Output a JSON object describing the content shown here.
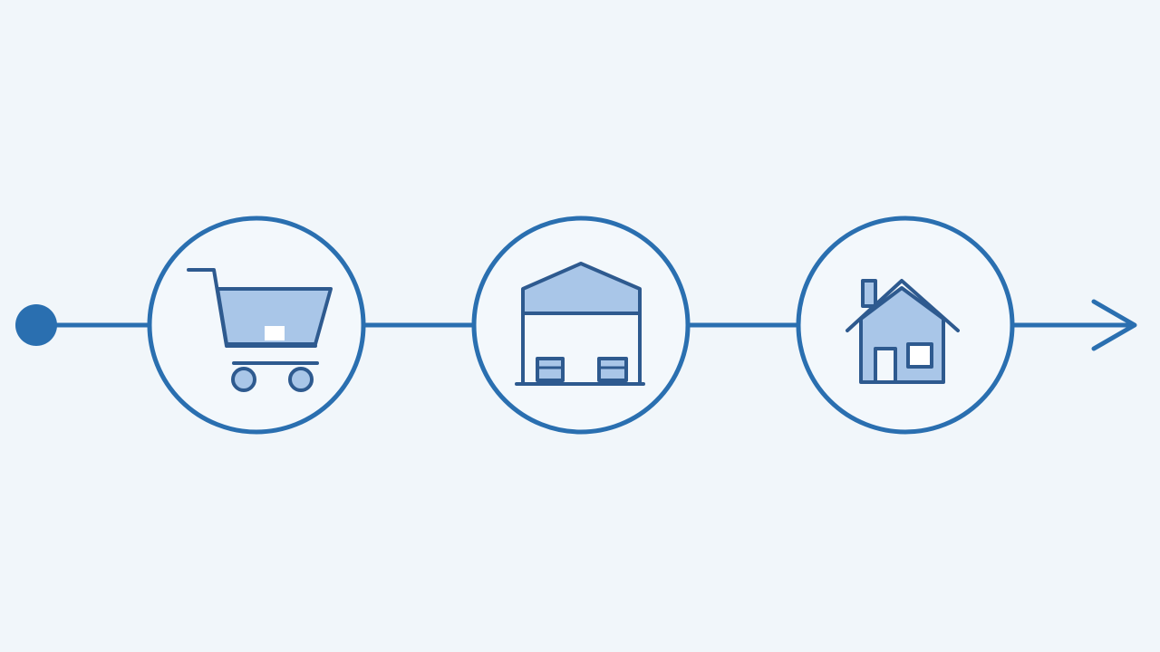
{
  "colors": {
    "background": "#f1f6fa",
    "line": "#2a6fb0",
    "icon_stroke": "#2e5a8f",
    "icon_fill": "#a9c6e8",
    "highlight": "#ffffff"
  },
  "flow": {
    "start_marker": "dot",
    "end_marker": "arrow",
    "steps": [
      {
        "id": "cart",
        "icon": "shopping-cart-icon"
      },
      {
        "id": "warehouse",
        "icon": "warehouse-icon"
      },
      {
        "id": "home",
        "icon": "house-icon"
      }
    ]
  }
}
